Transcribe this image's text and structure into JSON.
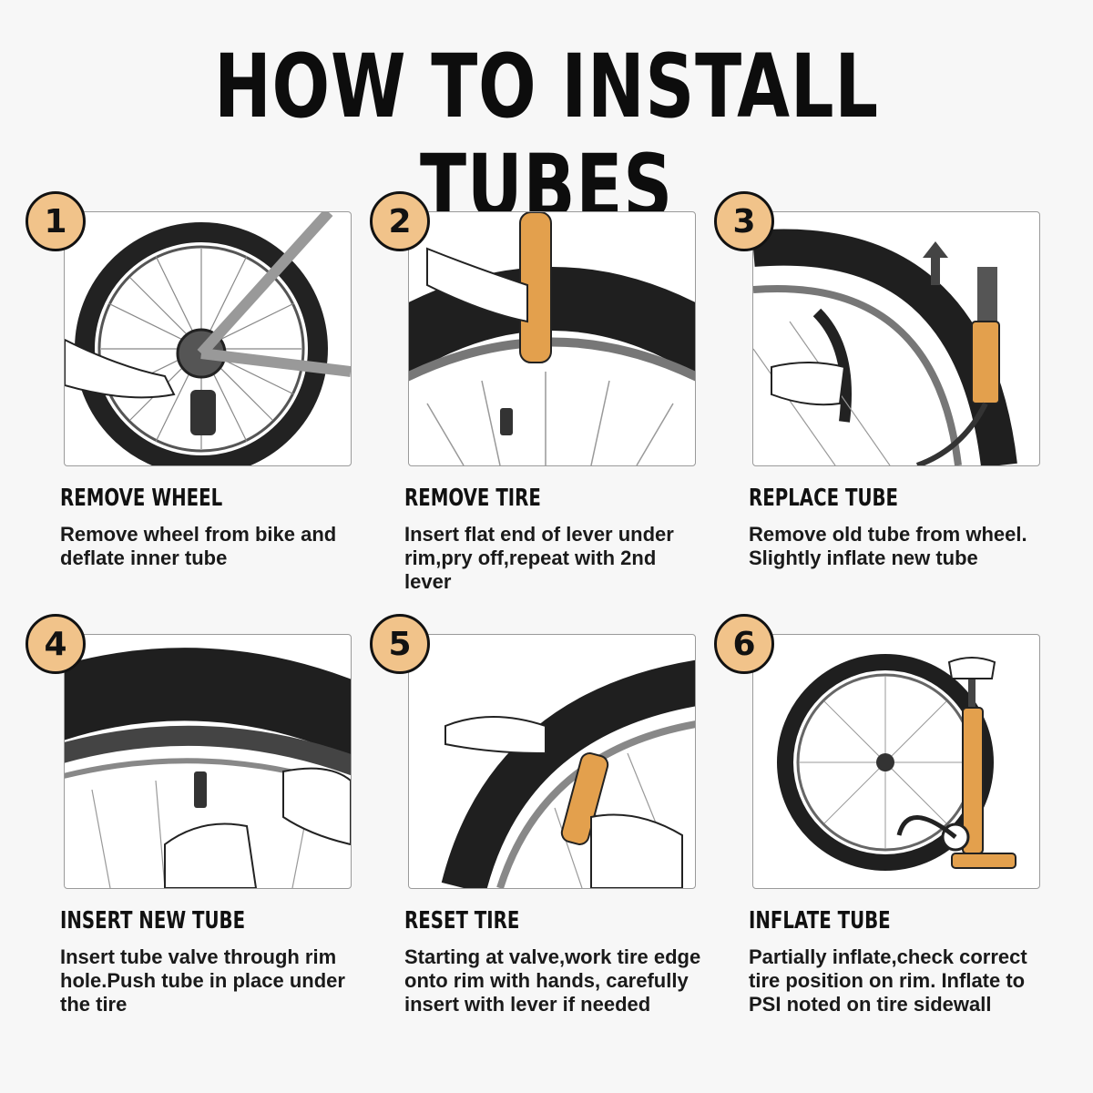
{
  "title": "HOW TO INSTALL TUBES",
  "colors": {
    "badge": "#f1c38a",
    "lever": "#e3a04d",
    "panel_border": "#9a9a9a"
  },
  "steps": [
    {
      "number": "1",
      "title": "REMOVE WHEEL",
      "description": "Remove wheel from bike and deflate inner tube",
      "illustration": "bike-rear-wheel-wrench"
    },
    {
      "number": "2",
      "title": "REMOVE TIRE",
      "description": "Insert flat end of lever under rim,pry off,repeat with 2nd lever",
      "illustration": "tire-lever-prying"
    },
    {
      "number": "3",
      "title": "REPLACE TUBE",
      "description": "Remove old tube from wheel. Slightly inflate new tube",
      "illustration": "hand-pump-tube"
    },
    {
      "number": "4",
      "title": "INSERT NEW TUBE",
      "description": "Insert tube valve through rim hole.Push tube in place under the tire",
      "illustration": "valve-insertion"
    },
    {
      "number": "5",
      "title": "RESET TIRE",
      "description": "Starting at valve,work tire edge onto rim with hands, carefully insert with lever if needed",
      "illustration": "tire-reset-lever"
    },
    {
      "number": "6",
      "title": "INFLATE TUBE",
      "description": "Partially inflate,check correct tire position on rim. Inflate to PSI noted on tire sidewall",
      "illustration": "floor-pump-wheel"
    }
  ]
}
